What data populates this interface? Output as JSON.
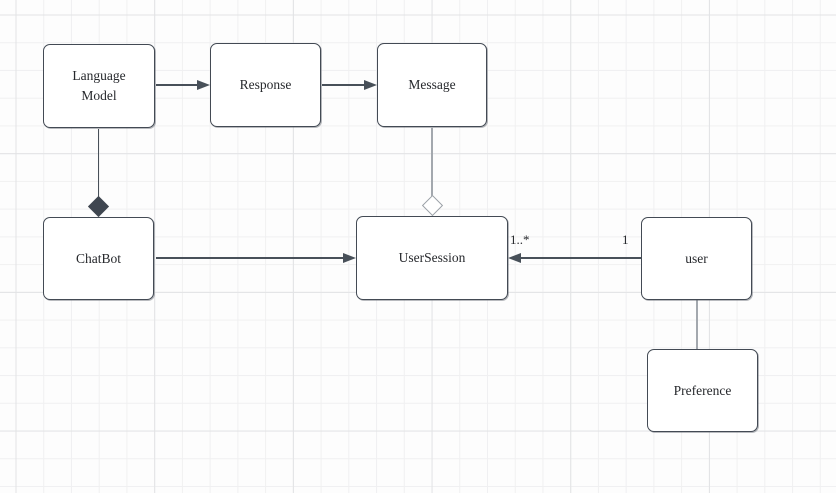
{
  "diagram": {
    "type": "uml-class-diagram",
    "nodes": {
      "language_model": {
        "label": "Language\nModel"
      },
      "response": {
        "label": "Response"
      },
      "message": {
        "label": "Message"
      },
      "chatbot": {
        "label": "ChatBot"
      },
      "user_session": {
        "label": "UserSession"
      },
      "user": {
        "label": "user"
      },
      "preference": {
        "label": "Preference"
      }
    },
    "edges": {
      "languagemodel_to_response": {
        "type": "directed-arrow",
        "from": "Language Model",
        "to": "Response"
      },
      "response_to_message": {
        "type": "directed-arrow",
        "from": "Response",
        "to": "Message"
      },
      "languagemodel_chatbot": {
        "type": "composition",
        "from": "Language Model",
        "to": "ChatBot",
        "diamond": "filled",
        "diamond_at": "ChatBot"
      },
      "message_usersession": {
        "type": "aggregation",
        "from": "Message",
        "to": "UserSession",
        "diamond": "hollow",
        "diamond_at": "UserSession"
      },
      "chatbot_to_usersession": {
        "type": "directed-arrow",
        "from": "ChatBot",
        "to": "UserSession"
      },
      "user_to_usersession": {
        "type": "directed-arrow",
        "from": "user",
        "to": "UserSession",
        "source_label": "1",
        "target_label": "1..*"
      },
      "user_preference": {
        "type": "association",
        "from": "user",
        "to": "Preference"
      }
    },
    "colors": {
      "node_border": "#434a54",
      "node_fill": "#ffffff",
      "edge_dark": "#485059",
      "edge_light": "#a3a8ae",
      "diamond_filled": "#3f4650",
      "text": "#26282c",
      "grid_minor": "#f0f0f1",
      "grid_major": "#e2e3e5",
      "background": "#fdfdfd"
    }
  }
}
